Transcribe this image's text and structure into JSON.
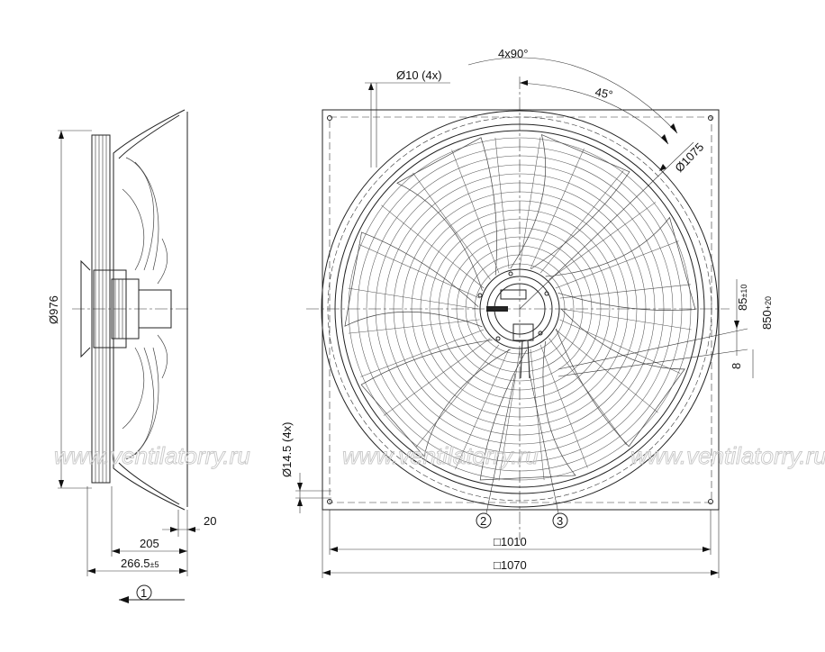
{
  "dimensions": {
    "angle_4x90": "4x90°",
    "angle_45": "45°",
    "hole_10": "Ø10 (4x)",
    "dia_1075": "Ø1075",
    "dia_976": "Ø976",
    "hole_14_5": "Ø14.5 (4x)",
    "len_20": "20",
    "len_205": "205",
    "len_266_5": "266.5",
    "len_266_5_tol": "±5",
    "sq_1010": "□1010",
    "sq_1070": "□1070",
    "len_85": "85",
    "len_85_tol": "±10",
    "len_850": "850",
    "len_850_tol": "+20",
    "len_8": "8"
  },
  "callouts": [
    "2",
    "3",
    "1"
  ],
  "watermark": "www.ventilatorry.ru"
}
